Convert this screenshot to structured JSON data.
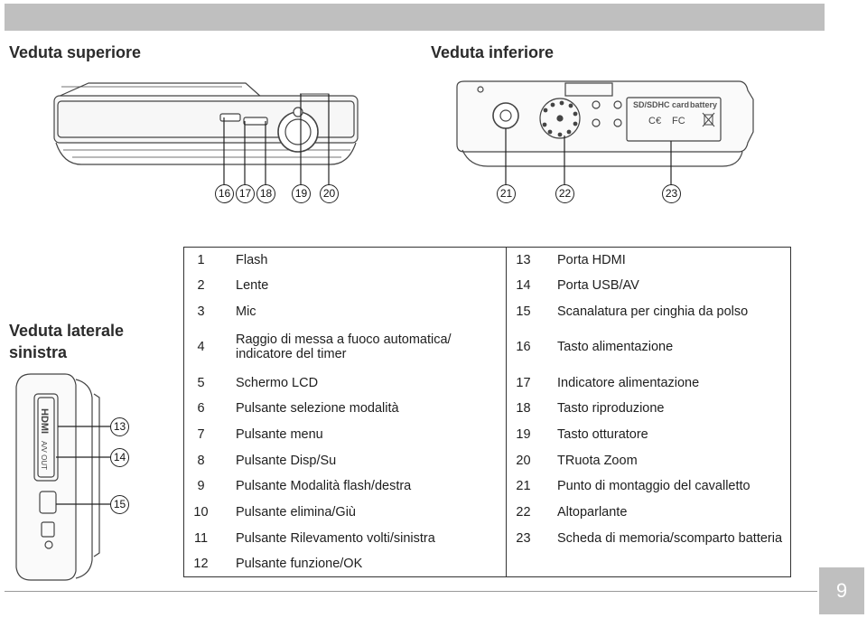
{
  "headings": {
    "top_view": "Veduta superiore",
    "bottom_view": "Veduta inferiore",
    "left_side_view": "Veduta laterale sinistra"
  },
  "callouts": {
    "top": [
      "16",
      "17",
      "18",
      "19",
      "20"
    ],
    "bottom": [
      "21",
      "22",
      "23"
    ],
    "side": [
      "13",
      "14",
      "15"
    ]
  },
  "camera_labels": {
    "sd_card": "SD/SDHC card",
    "battery": "battery",
    "hdmi": "HDMI",
    "av_out": "A/V OUT"
  },
  "parts_left": [
    {
      "num": "1",
      "label": "Flash"
    },
    {
      "num": "2",
      "label": "Lente"
    },
    {
      "num": "3",
      "label": "Mic"
    },
    {
      "num": "4",
      "label": "Raggio di messa a fuoco automatica/",
      "label2": "indicatore del timer"
    },
    {
      "num": "5",
      "label": "Schermo LCD"
    },
    {
      "num": "6",
      "label": "Pulsante selezione modalità"
    },
    {
      "num": "7",
      "label": "Pulsante menu"
    },
    {
      "num": "8",
      "label": "Pulsante Disp/Su"
    },
    {
      "num": "9",
      "label": "Pulsante Modalità flash/destra"
    },
    {
      "num": "10",
      "label": "Pulsante elimina/Giù"
    },
    {
      "num": "11",
      "label": "Pulsante Rilevamento volti/sinistra"
    },
    {
      "num": "12",
      "label": "Pulsante funzione/OK"
    }
  ],
  "parts_right": [
    {
      "num": "13",
      "label": "Porta HDMI"
    },
    {
      "num": "14",
      "label": "Porta USB/AV"
    },
    {
      "num": "15",
      "label": "Scanalatura per cinghia da polso"
    },
    {
      "num": "16",
      "label": "Tasto alimentazione"
    },
    {
      "num": "17",
      "label": "Indicatore alimentazione"
    },
    {
      "num": "18",
      "label": "Tasto riproduzione"
    },
    {
      "num": "19",
      "label": "Tasto otturatore"
    },
    {
      "num": "20",
      "label": "TRuota Zoom"
    },
    {
      "num": "21",
      "label": "Punto di montaggio del cavalletto"
    },
    {
      "num": "22",
      "label": "Altoparlante"
    },
    {
      "num": "23",
      "label": "Scheda di memoria/scomparto batteria"
    }
  ],
  "page_number": "9"
}
